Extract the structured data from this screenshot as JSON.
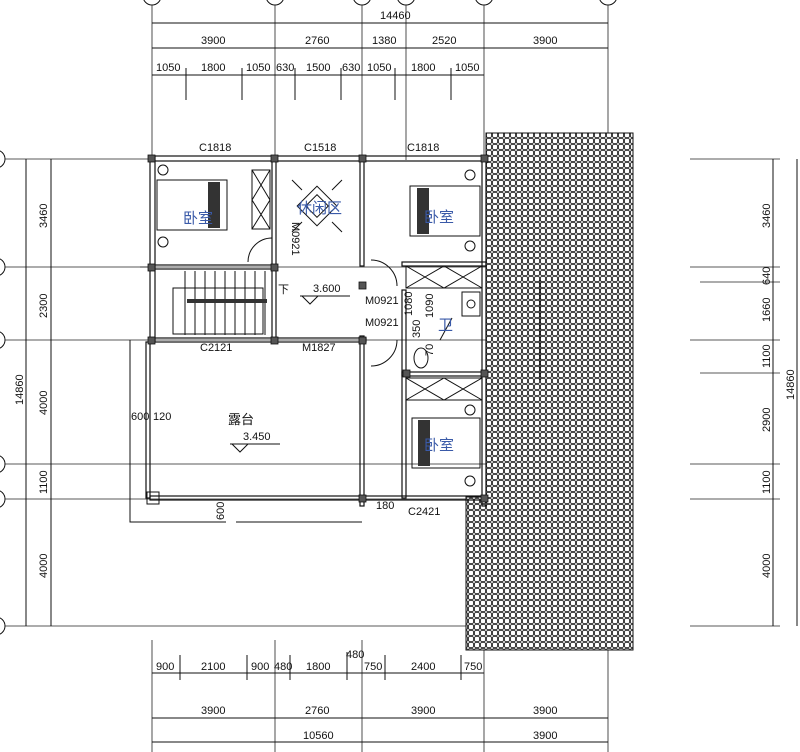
{
  "top_dims": {
    "total": "14460",
    "row2": [
      "3900",
      "2760",
      "1380",
      "2520",
      "3900"
    ],
    "row3": [
      "1050",
      "1800",
      "1050",
      "630",
      "1500",
      "630",
      "1050",
      "1800",
      "1050"
    ]
  },
  "bottom_dims": {
    "row1": [
      "900",
      "2100",
      "900",
      "480",
      "1800",
      "480",
      "750",
      "2400",
      "750"
    ],
    "row2": [
      "3900",
      "2760",
      "3900",
      "3900"
    ],
    "row3": [
      "10560",
      "3900"
    ]
  },
  "left_dims": {
    "total": "14860",
    "segments": [
      "3460",
      "2300",
      "4000",
      "1100",
      "4000"
    ]
  },
  "right_dims": {
    "total": "14860",
    "segments": [
      "3460",
      "640",
      "1660",
      "1100",
      "2900",
      "1100",
      "4000"
    ]
  },
  "windows": {
    "c1": "C1818",
    "c2": "C1518",
    "c3": "C1818",
    "c4": "C2121",
    "c5": "C2421"
  },
  "doors": {
    "d1": "M0921",
    "d2": "M1827",
    "d3": "M0921",
    "d4": "M0921"
  },
  "rooms": {
    "bedroom": "卧室",
    "leisure": "休闲区",
    "bath": "卫",
    "terrace": "露台",
    "terrace_level": "3.450",
    "floor_level": "3.600",
    "stair_down": "下"
  },
  "misc": {
    "m600": "600",
    "m120": "120",
    "m600b": "600",
    "m180": "180",
    "m1090": "1090",
    "m1080": "1080",
    "m350": "350",
    "m70": "70"
  }
}
